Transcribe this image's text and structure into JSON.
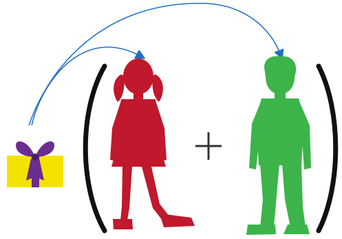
{
  "diagram": {
    "operator": "+",
    "items": [
      {
        "name": "gift-icon",
        "color_box": "#f4e300",
        "color_ribbon": "#6b2d8f"
      },
      {
        "name": "girl-figure",
        "color": "#c0182c"
      },
      {
        "name": "boy-figure",
        "color": "#3cb449"
      }
    ],
    "arrows": [
      {
        "from": "gift-icon",
        "to": "girl-figure",
        "color": "#1f6fc7"
      },
      {
        "from": "gift-icon",
        "to": "boy-figure",
        "color": "#1f6fc7"
      }
    ],
    "brackets": [
      "(",
      ")"
    ]
  }
}
